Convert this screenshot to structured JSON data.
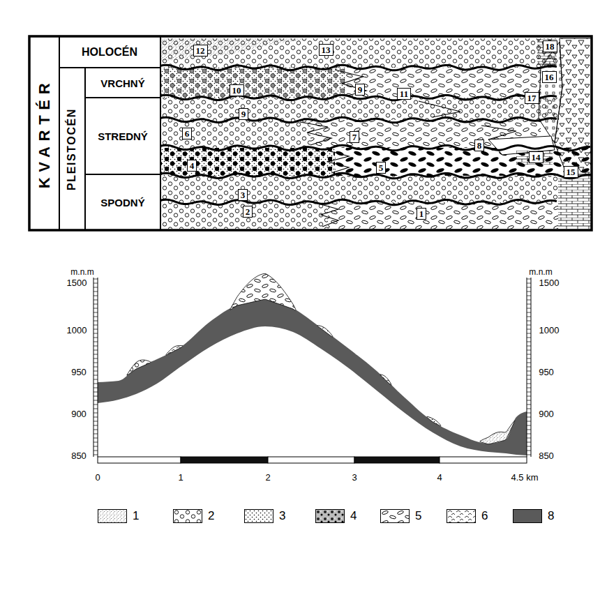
{
  "diagram": {
    "nodes": [
      {
        "text": [
          "12"
        ]
      },
      {
        "text": [
          "13"
        ]
      },
      {
        "text": [
          "18"
        ]
      },
      {
        "text": [
          "16"
        ]
      },
      {
        "text": [
          "10"
        ]
      },
      {
        "text": [
          "9"
        ]
      },
      {
        "text": [
          "11"
        ]
      },
      {
        "text": [
          "17"
        ]
      },
      {
        "text": [
          "9"
        ]
      },
      {
        "text": [
          "6"
        ]
      },
      {
        "text": [
          "7"
        ]
      },
      {
        "text": [
          "8"
        ]
      },
      {
        "text": [
          "14"
        ]
      },
      {
        "text": [
          "4"
        ]
      },
      {
        "text": [
          "15"
        ]
      },
      {
        "text": [
          "5"
        ]
      },
      {
        "text": [
          "3"
        ]
      },
      {
        "text": [
          "2"
        ]
      },
      {
        "text": [
          "1"
        ]
      }
    ],
    "labels": [
      "KVARTÉR",
      "PLEISTOCÉN",
      "HOLOCÉN",
      "VRCHNÝ",
      "STREDNÝ",
      "SPODNÝ",
      "m.n.m",
      "m.n.m",
      "1500",
      "1000",
      "950",
      "900",
      "850",
      "1500",
      "1000",
      "950",
      "900",
      "850",
      "0",
      "1",
      "2",
      "3",
      "4",
      "4.5 km"
    ],
    "legend": [
      {
        "text": "1"
      },
      {
        "text": "2"
      },
      {
        "text": "3"
      },
      {
        "text": "4"
      },
      {
        "text": "5"
      },
      {
        "text": "6"
      },
      {
        "text": "8",
        "color": "#5a5a5a"
      }
    ]
  }
}
